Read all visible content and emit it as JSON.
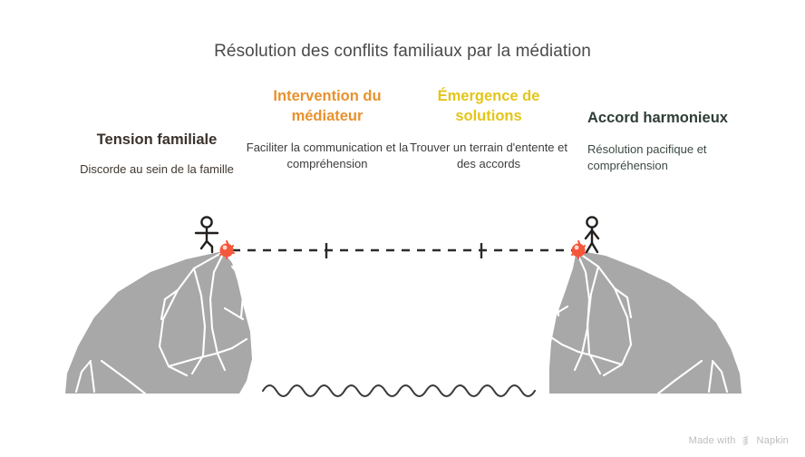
{
  "page": {
    "title": "Résolution des conflits familiaux par la médiation",
    "background_color": "#ffffff"
  },
  "steps": [
    {
      "id": "tension-familiale",
      "title": "Tension familiale",
      "description": "Discorde au sein de la famille",
      "color": "#3b322c",
      "align": "center"
    },
    {
      "id": "intervention-du-mediateur",
      "title": "Intervention du médiateur",
      "description": "Faciliter la communication et la compréhension",
      "color": "#e8912d",
      "align": "center"
    },
    {
      "id": "emergence-de-solutions",
      "title": "Émergence de solutions",
      "description": "Trouver un terrain d'entente et des accords",
      "color": "#e3c518",
      "align": "center"
    },
    {
      "id": "accord-harmonieux",
      "title": "Accord harmonieux",
      "description": "Résolution pacifique et compréhension",
      "color": "#2f3e36",
      "align": "left"
    }
  ],
  "illustration": {
    "type": "two-cliffs-with-bridge",
    "cliff_color": "#a8a8a8",
    "facet_line_color": "#ffffff",
    "figure_color": "#231f1c",
    "anchor_color": "#f4573b",
    "anchor_highlight_color": "#ff8a6e",
    "bridge_line_color": "#2b2b2b",
    "water_line_color": "#3a3a3a",
    "left_figure_pose": "walking",
    "right_figure_pose": "standing",
    "bridge_tick_count": 2
  },
  "watermark": {
    "prefix": "Made with",
    "brand": "Napkin",
    "logo_name": "napkin-logo-icon",
    "color": "#bdbdbd"
  }
}
